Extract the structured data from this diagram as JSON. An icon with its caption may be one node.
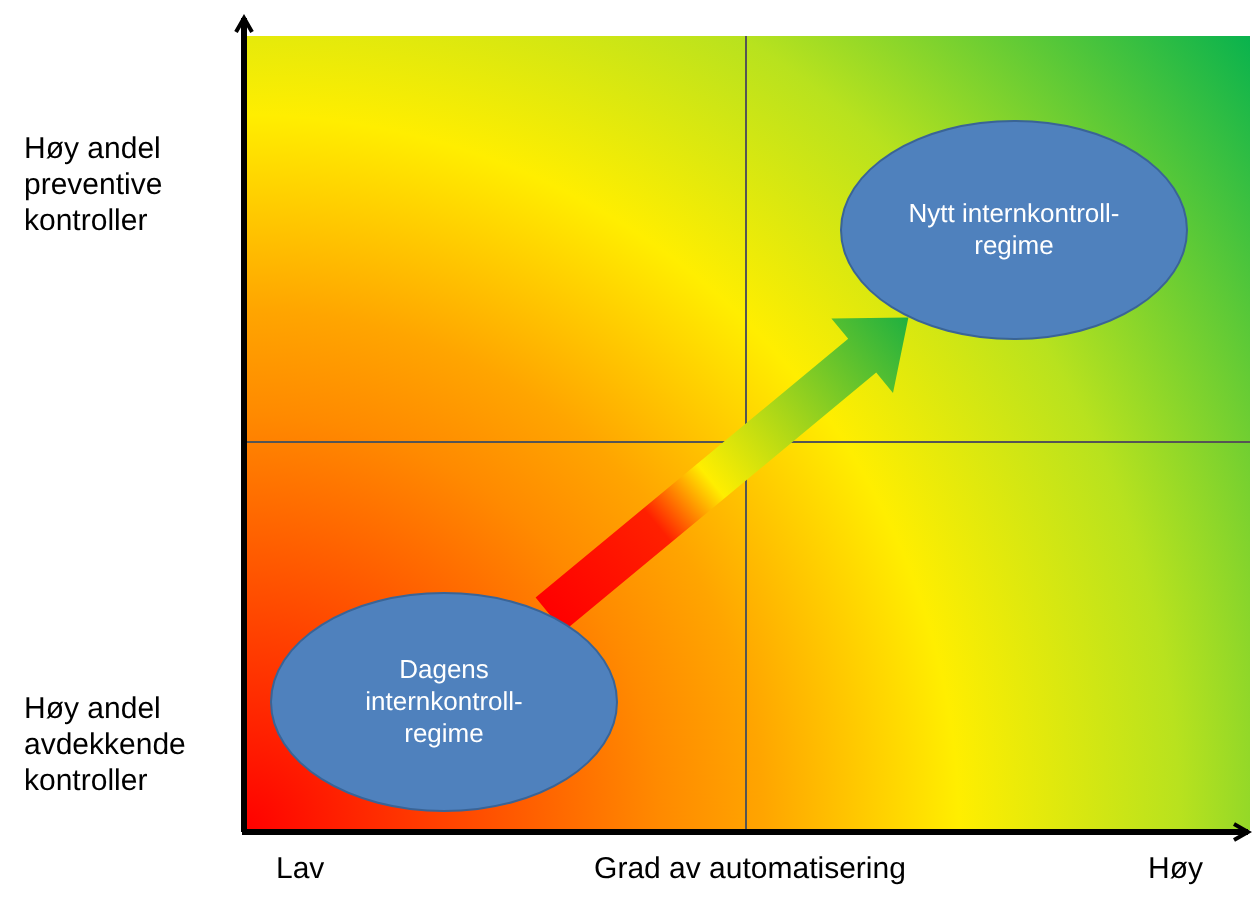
{
  "diagram": {
    "nodes": [
      {
        "text": [
          "Dagens internkontroll-regime"
        ]
      },
      {
        "text": [
          "Nytt internkontroll-regime"
        ]
      }
    ],
    "edges": [
      {
        "from": 0,
        "to": 1,
        "arrow": "to"
      }
    ],
    "labels": [
      "Høy andel preventive kontroller",
      "Høy andel avdekkende kontroller",
      "Lav",
      "Grad av automatisering",
      "Høy"
    ]
  }
}
